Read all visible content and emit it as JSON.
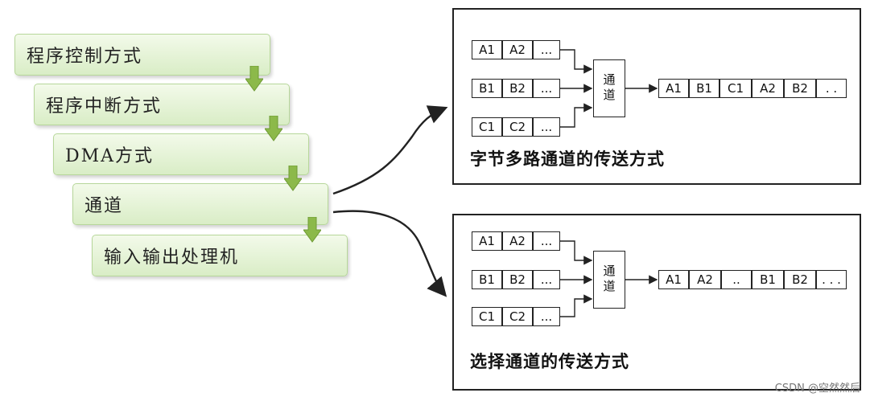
{
  "steps": [
    "程序控制方式",
    "程序中断方式",
    "DMA方式",
    "通道",
    "输入输出处理机"
  ],
  "panel_top": {
    "inputs": [
      [
        "A1",
        "A2",
        "..."
      ],
      [
        "B1",
        "B2",
        "..."
      ],
      [
        "C1",
        "C2",
        "..."
      ]
    ],
    "channel_label": "通道",
    "output": [
      "A1",
      "B1",
      "C1",
      "A2",
      "B2",
      ". ."
    ],
    "caption": "字节多路通道的传送方式"
  },
  "panel_bottom": {
    "inputs": [
      [
        "A1",
        "A2",
        "..."
      ],
      [
        "B1",
        "B2",
        "..."
      ],
      [
        "C1",
        "C2",
        "..."
      ]
    ],
    "channel_label": "通道",
    "output": [
      "A1",
      "A2",
      "..",
      "B1",
      "B2",
      ". . ."
    ],
    "caption": "选择通道的传送方式"
  },
  "watermark": "CSDN @空然然后",
  "colors": {
    "step_border": "#b7d79a",
    "arrow_fill": "#8cb94a"
  }
}
